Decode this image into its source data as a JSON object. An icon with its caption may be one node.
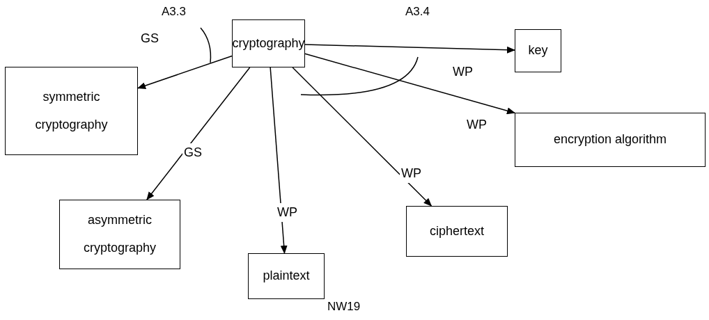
{
  "diagram": {
    "nodes": [
      {
        "text": [
          "cryptography"
        ]
      },
      {
        "text": [
          "key"
        ]
      },
      {
        "text": [
          "symmetric cryptography"
        ]
      },
      {
        "text": [
          "encryption algorithm"
        ]
      },
      {
        "text": [
          "asymmetric cryptography"
        ]
      },
      {
        "text": [
          "ciphertext"
        ]
      },
      {
        "text": [
          "plaintext"
        ]
      }
    ],
    "edges": [
      {
        "from": 0,
        "to": 2,
        "arrow": "to",
        "label": "GS"
      },
      {
        "from": 0,
        "to": 4,
        "arrow": "to",
        "label": "GS"
      },
      {
        "from": 0,
        "to": 1,
        "arrow": "to",
        "label": "WP"
      },
      {
        "from": 0,
        "to": 3,
        "arrow": "to",
        "label": "WP"
      },
      {
        "from": 0,
        "to": 6,
        "arrow": "to",
        "label": "WP"
      },
      {
        "from": 0,
        "to": 5,
        "arrow": "to",
        "label": "WP"
      }
    ],
    "labels": [
      "A3.3",
      "A3.4",
      "NW19"
    ]
  }
}
